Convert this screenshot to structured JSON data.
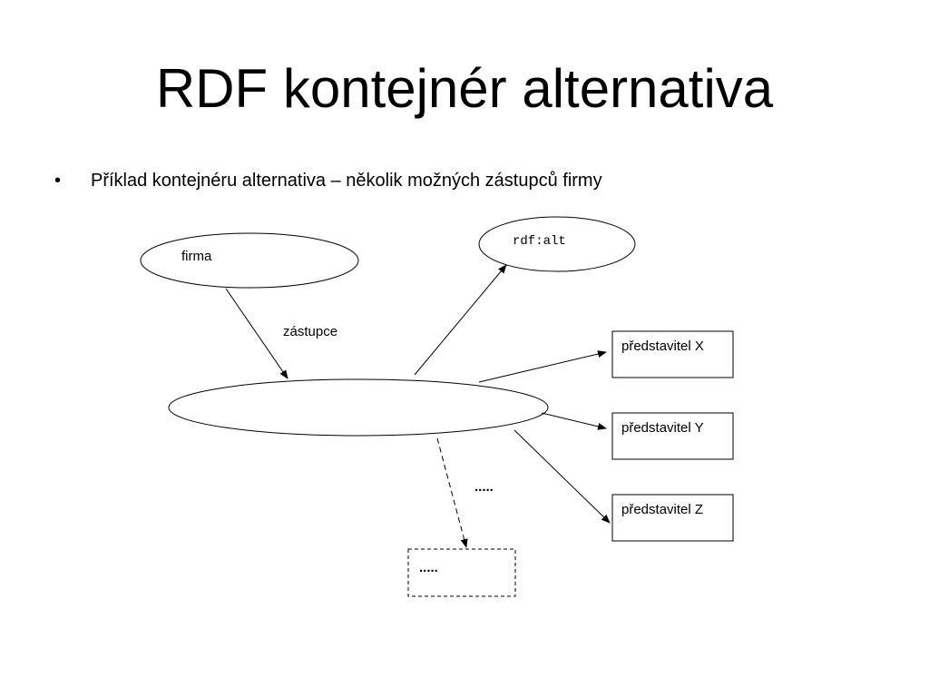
{
  "slide": {
    "title": "RDF kontejnér alternativa",
    "bullet_mark": "•",
    "bullet_text": "Příklad kontejnéru alternativa – několik možných zástupců firmy"
  },
  "diagram": {
    "firma_label": "firma",
    "rdf_alt_label": "rdf:alt",
    "zastupce_label": "zástupce",
    "predstavitel_x": "představitel X",
    "predstavitel_y": "představitel Y",
    "predstavitel_z": "představitel  Z",
    "ellipsis_label": ".....",
    "ellipsis_box_label": "....."
  }
}
